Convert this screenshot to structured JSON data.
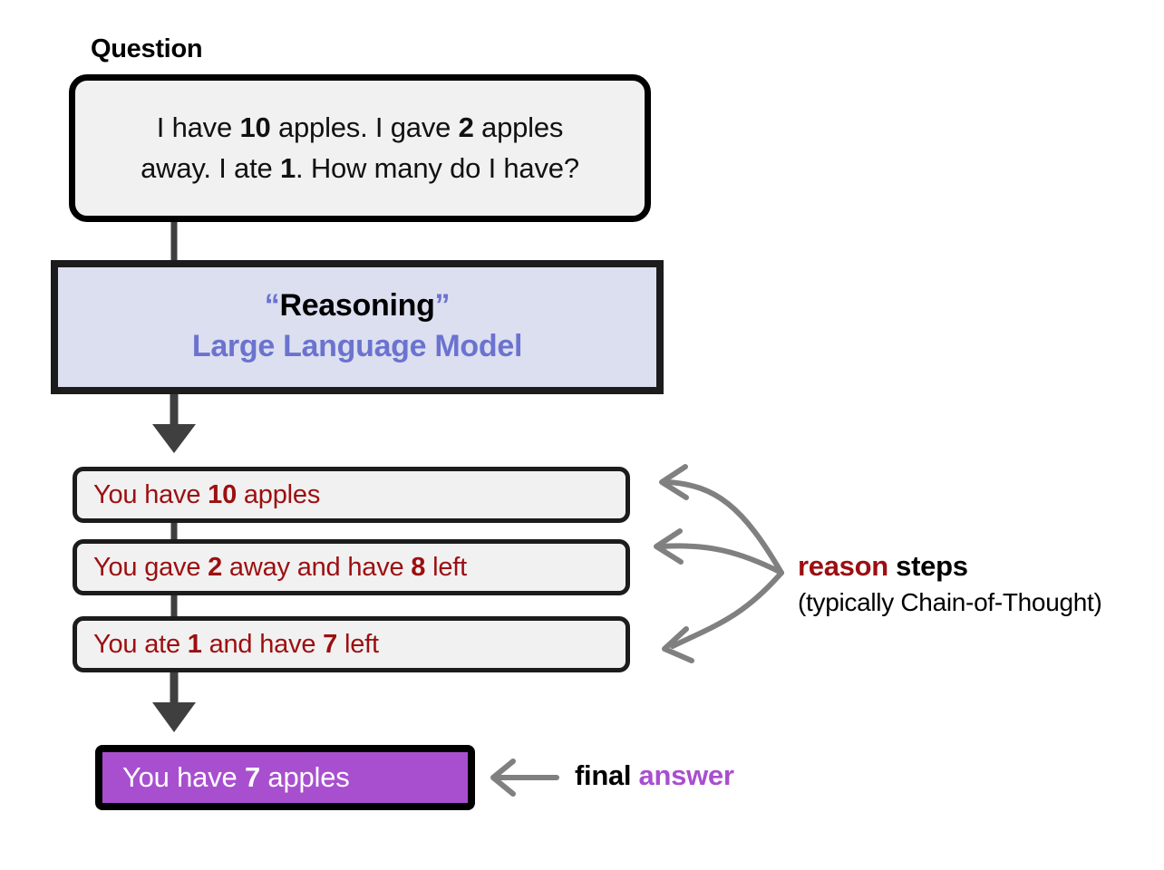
{
  "figure": {
    "title": "Reasoning LLM chain-of-thought diagram",
    "background": "#ffffff"
  },
  "colors": {
    "outline": "#000000",
    "box_fill": "#f1f1f1",
    "llm_fill": "#dcdff0",
    "llm_blue": "#6b73cf",
    "reason_red": "#9c0f11",
    "answer_purple": "#a84fcf",
    "arrow_dark": "#3f3f3f",
    "arrow_gray": "#808080",
    "white": "#ffffff"
  },
  "question": {
    "label": "Question",
    "text_plain": "I have 10 apples. I gave 2 apples away. I ate 1. How many do I have?",
    "line1": {
      "a": "I have ",
      "b_bold": "10",
      "c": " apples. I gave ",
      "d_bold": "2",
      "e": " apples"
    },
    "line2": {
      "a": "away. I ate ",
      "b_bold": "1",
      "c": ". How many do I have?"
    }
  },
  "model": {
    "quote_open": "“",
    "reasoning_word": "Reasoning",
    "quote_close": "”",
    "name": "Large Language Model"
  },
  "reason_steps": [
    {
      "text_plain": "You have 10 apples",
      "a": "You have ",
      "b_bold": "10",
      "c": " apples",
      "d_bold": "",
      "e": ""
    },
    {
      "text_plain": "You gave 2 away and have 8 left",
      "a": "You gave ",
      "b_bold": "2",
      "c": " away and have ",
      "d_bold": "8",
      "e": " left"
    },
    {
      "text_plain": "You ate 1 and have 7 left",
      "a": "You ate ",
      "b_bold": "1",
      "c": " and have ",
      "d_bold": "7",
      "e": " left"
    }
  ],
  "answer": {
    "text_plain": "You have 7 apples",
    "a": "You have ",
    "b_bold": "7",
    "c": " apples"
  },
  "annotations": {
    "reason": {
      "title_plain": "reason steps",
      "title_highlight": "reason",
      "title_rest": " steps",
      "subtitle": "(typically Chain-of-Thought)"
    },
    "final": {
      "text_plain": "final answer",
      "word_black": "final ",
      "word_highlight": "answer"
    }
  }
}
